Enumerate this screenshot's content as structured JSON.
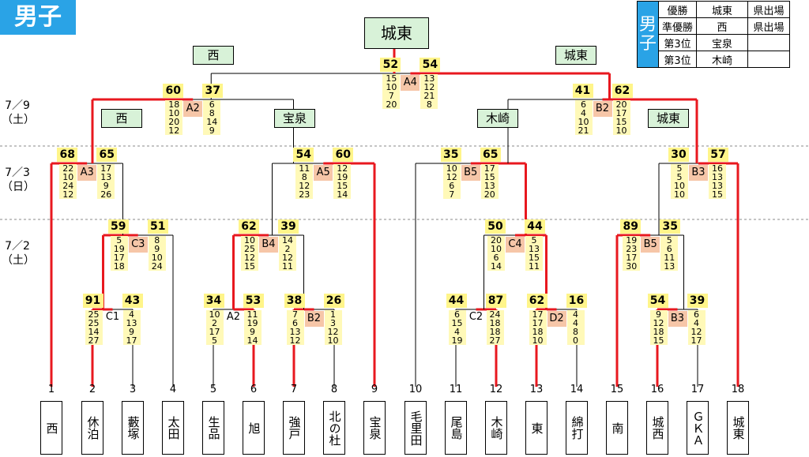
{
  "title": "男子",
  "champion": "城東",
  "legend": {
    "gender": "男子",
    "rows": [
      {
        "rank": "優勝",
        "team": "城東",
        "note": "県出場"
      },
      {
        "rank": "準優勝",
        "team": "西",
        "note": "県出場"
      },
      {
        "rank": "第3位",
        "team": "宝泉",
        "note": ""
      },
      {
        "rank": "第3位",
        "team": "木崎",
        "note": ""
      }
    ]
  },
  "dates": [
    {
      "date": "7／9",
      "day": "（土）"
    },
    {
      "date": "7／3",
      "day": "（日）"
    },
    {
      "date": "7／2",
      "day": "（土）"
    }
  ],
  "players": [
    {
      "seed": "1",
      "name": "西"
    },
    {
      "seed": "2",
      "name": "休泊"
    },
    {
      "seed": "3",
      "name": "藪塚"
    },
    {
      "seed": "4",
      "name": "太田"
    },
    {
      "seed": "5",
      "name": "生品"
    },
    {
      "seed": "6",
      "name": "旭"
    },
    {
      "seed": "7",
      "name": "強戸"
    },
    {
      "seed": "8",
      "name": "北の杜"
    },
    {
      "seed": "9",
      "name": "宝泉"
    },
    {
      "seed": "10",
      "name": "毛里田"
    },
    {
      "seed": "11",
      "name": "尾島"
    },
    {
      "seed": "12",
      "name": "木崎"
    },
    {
      "seed": "13",
      "name": "東"
    },
    {
      "seed": "14",
      "name": "綿打"
    },
    {
      "seed": "15",
      "name": "南"
    },
    {
      "seed": "16",
      "name": "城西"
    },
    {
      "seed": "17",
      "name": "ＧＫＡ"
    },
    {
      "seed": "18",
      "name": "城東"
    }
  ],
  "matches": [
    {
      "id": "C1",
      "left": {
        "total": "91",
        "sets": [
          "25",
          "25",
          "14",
          "27"
        ]
      },
      "right": {
        "total": "43",
        "sets": [
          "4",
          "13",
          "9",
          "17"
        ]
      }
    },
    {
      "id": "C3",
      "left": {
        "total": "59",
        "sets": [
          "5",
          "19",
          "17",
          "18"
        ]
      },
      "right": {
        "total": "51",
        "sets": [
          "8",
          "9",
          "10",
          "24"
        ]
      }
    },
    {
      "id": "A2",
      "left": {
        "total": "34",
        "sets": [
          "10",
          "2",
          "17",
          "5"
        ]
      },
      "right": {
        "total": "53",
        "sets": [
          "11",
          "19",
          "9",
          "14"
        ]
      }
    },
    {
      "id": "B2",
      "left": {
        "total": "38",
        "sets": [
          "7",
          "6",
          "13",
          "12"
        ]
      },
      "right": {
        "total": "26",
        "sets": [
          "1",
          "3",
          "12",
          "10"
        ]
      }
    },
    {
      "id": "B4",
      "left": {
        "total": "62",
        "sets": [
          "10",
          "25",
          "12",
          "15"
        ]
      },
      "right": {
        "total": "39",
        "sets": [
          "14",
          "2",
          "12",
          "11"
        ]
      }
    },
    {
      "id": "A3",
      "left": {
        "total": "68",
        "sets": [
          "22",
          "10",
          "24",
          "12"
        ]
      },
      "right": {
        "total": "65",
        "sets": [
          "17",
          "13",
          "9",
          "26"
        ]
      }
    },
    {
      "id": "A5",
      "left": {
        "total": "54",
        "sets": [
          "11",
          "8",
          "12",
          "23"
        ]
      },
      "right": {
        "total": "60",
        "sets": [
          "12",
          "19",
          "15",
          "14"
        ]
      }
    },
    {
      "id": "A2",
      "left": {
        "total": "60",
        "sets": [
          "18",
          "10",
          "20",
          "12"
        ]
      },
      "right": {
        "total": "37",
        "sets": [
          "6",
          "8",
          "14",
          "9"
        ]
      }
    },
    {
      "id": "C2",
      "left": {
        "total": "44",
        "sets": [
          "6",
          "15",
          "4",
          "19"
        ]
      },
      "right": {
        "total": "87",
        "sets": [
          "24",
          "18",
          "18",
          "27"
        ]
      }
    },
    {
      "id": "D2",
      "left": {
        "total": "62",
        "sets": [
          "17",
          "17",
          "18",
          "10"
        ]
      },
      "right": {
        "total": "16",
        "sets": [
          "4",
          "4",
          "8",
          "0"
        ]
      }
    },
    {
      "id": "C4",
      "left": {
        "total": "50",
        "sets": [
          "20",
          "10",
          "6",
          "14"
        ]
      },
      "right": {
        "total": "44",
        "sets": [
          "5",
          "13",
          "15",
          "11"
        ]
      }
    },
    {
      "id": "B5",
      "left": {
        "total": "35",
        "sets": [
          "10",
          "12",
          "6",
          "7"
        ]
      },
      "right": {
        "total": "65",
        "sets": [
          "17",
          "15",
          "13",
          "20"
        ]
      }
    },
    {
      "id": "B3",
      "left": {
        "total": "54",
        "sets": [
          "9",
          "12",
          "18",
          "15"
        ]
      },
      "right": {
        "total": "39",
        "sets": [
          "6",
          "4",
          "12",
          "17"
        ]
      }
    },
    {
      "id": "B5",
      "left": {
        "total": "89",
        "sets": [
          "19",
          "23",
          "17",
          "30"
        ]
      },
      "right": {
        "total": "35",
        "sets": [
          "5",
          "6",
          "11",
          "13"
        ]
      }
    },
    {
      "id": "B3",
      "left": {
        "total": "30",
        "sets": [
          "5",
          "5",
          "10",
          "10"
        ]
      },
      "right": {
        "total": "57",
        "sets": [
          "16",
          "13",
          "13",
          "15"
        ]
      }
    },
    {
      "id": "B2",
      "left": {
        "total": "41",
        "sets": [
          "6",
          "4",
          "10",
          "21"
        ]
      },
      "right": {
        "total": "62",
        "sets": [
          "20",
          "17",
          "15",
          "10"
        ]
      }
    },
    {
      "id": "A4",
      "left": {
        "total": "52",
        "sets": [
          "15",
          "10",
          "7",
          "20"
        ]
      },
      "right": {
        "total": "54",
        "sets": [
          "13",
          "12",
          "21",
          "8"
        ]
      }
    }
  ],
  "winner_labels": {
    "sf_left": "西",
    "sf_right": "城東",
    "qf1": "西",
    "qf2": "宝泉",
    "qf3": "木崎",
    "qf4": "城東"
  }
}
